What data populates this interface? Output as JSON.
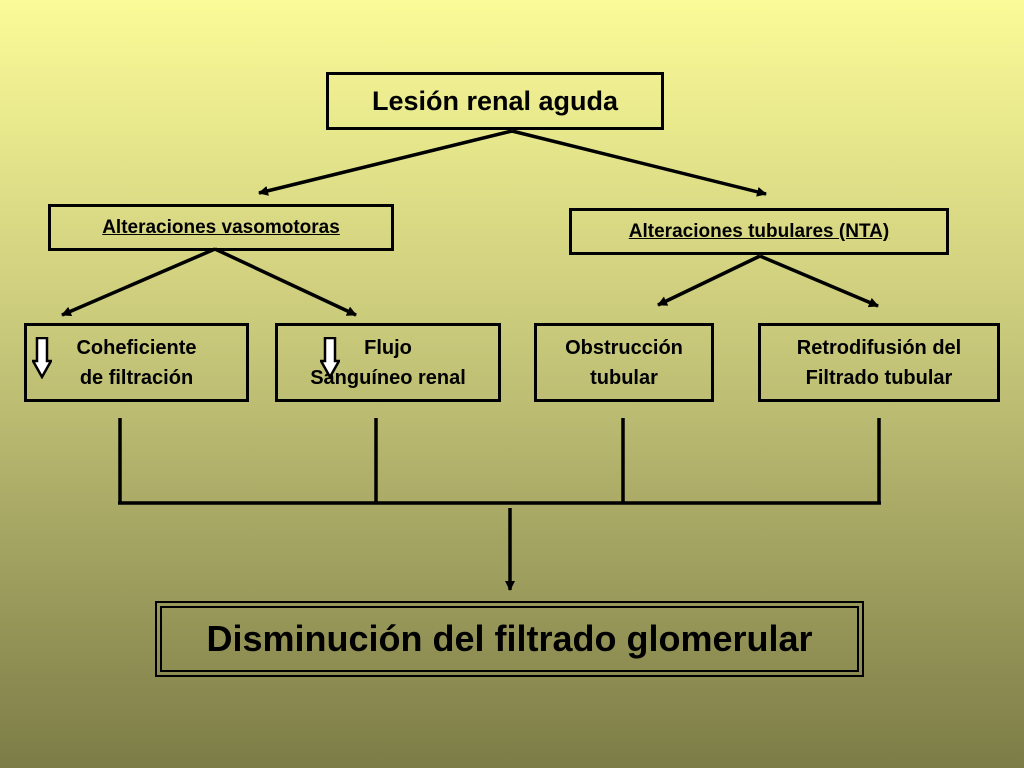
{
  "diagram": {
    "root": "Lesión renal aguda",
    "branch_left": "Alteraciones vasomotoras",
    "branch_right": "Alteraciones tubulares (NTA)",
    "leaves": {
      "coef": {
        "line1": "Coheficiente",
        "line2": "de filtración"
      },
      "flujo": {
        "line1": "Flujo",
        "line2": "Sanguíneo renal"
      },
      "obst": {
        "line1": "Obstrucción",
        "line2": "tubular"
      },
      "retro": {
        "line1": "Retrodifusión del",
        "line2": "Filtrado tubular"
      }
    },
    "result": "Disminución del filtrado glomerular"
  },
  "icons": {
    "decrease": "down-arrow-icon"
  },
  "colors": {
    "background_top": "#fbfb98",
    "background_bottom": "#7c7c47",
    "line": "#000000"
  }
}
